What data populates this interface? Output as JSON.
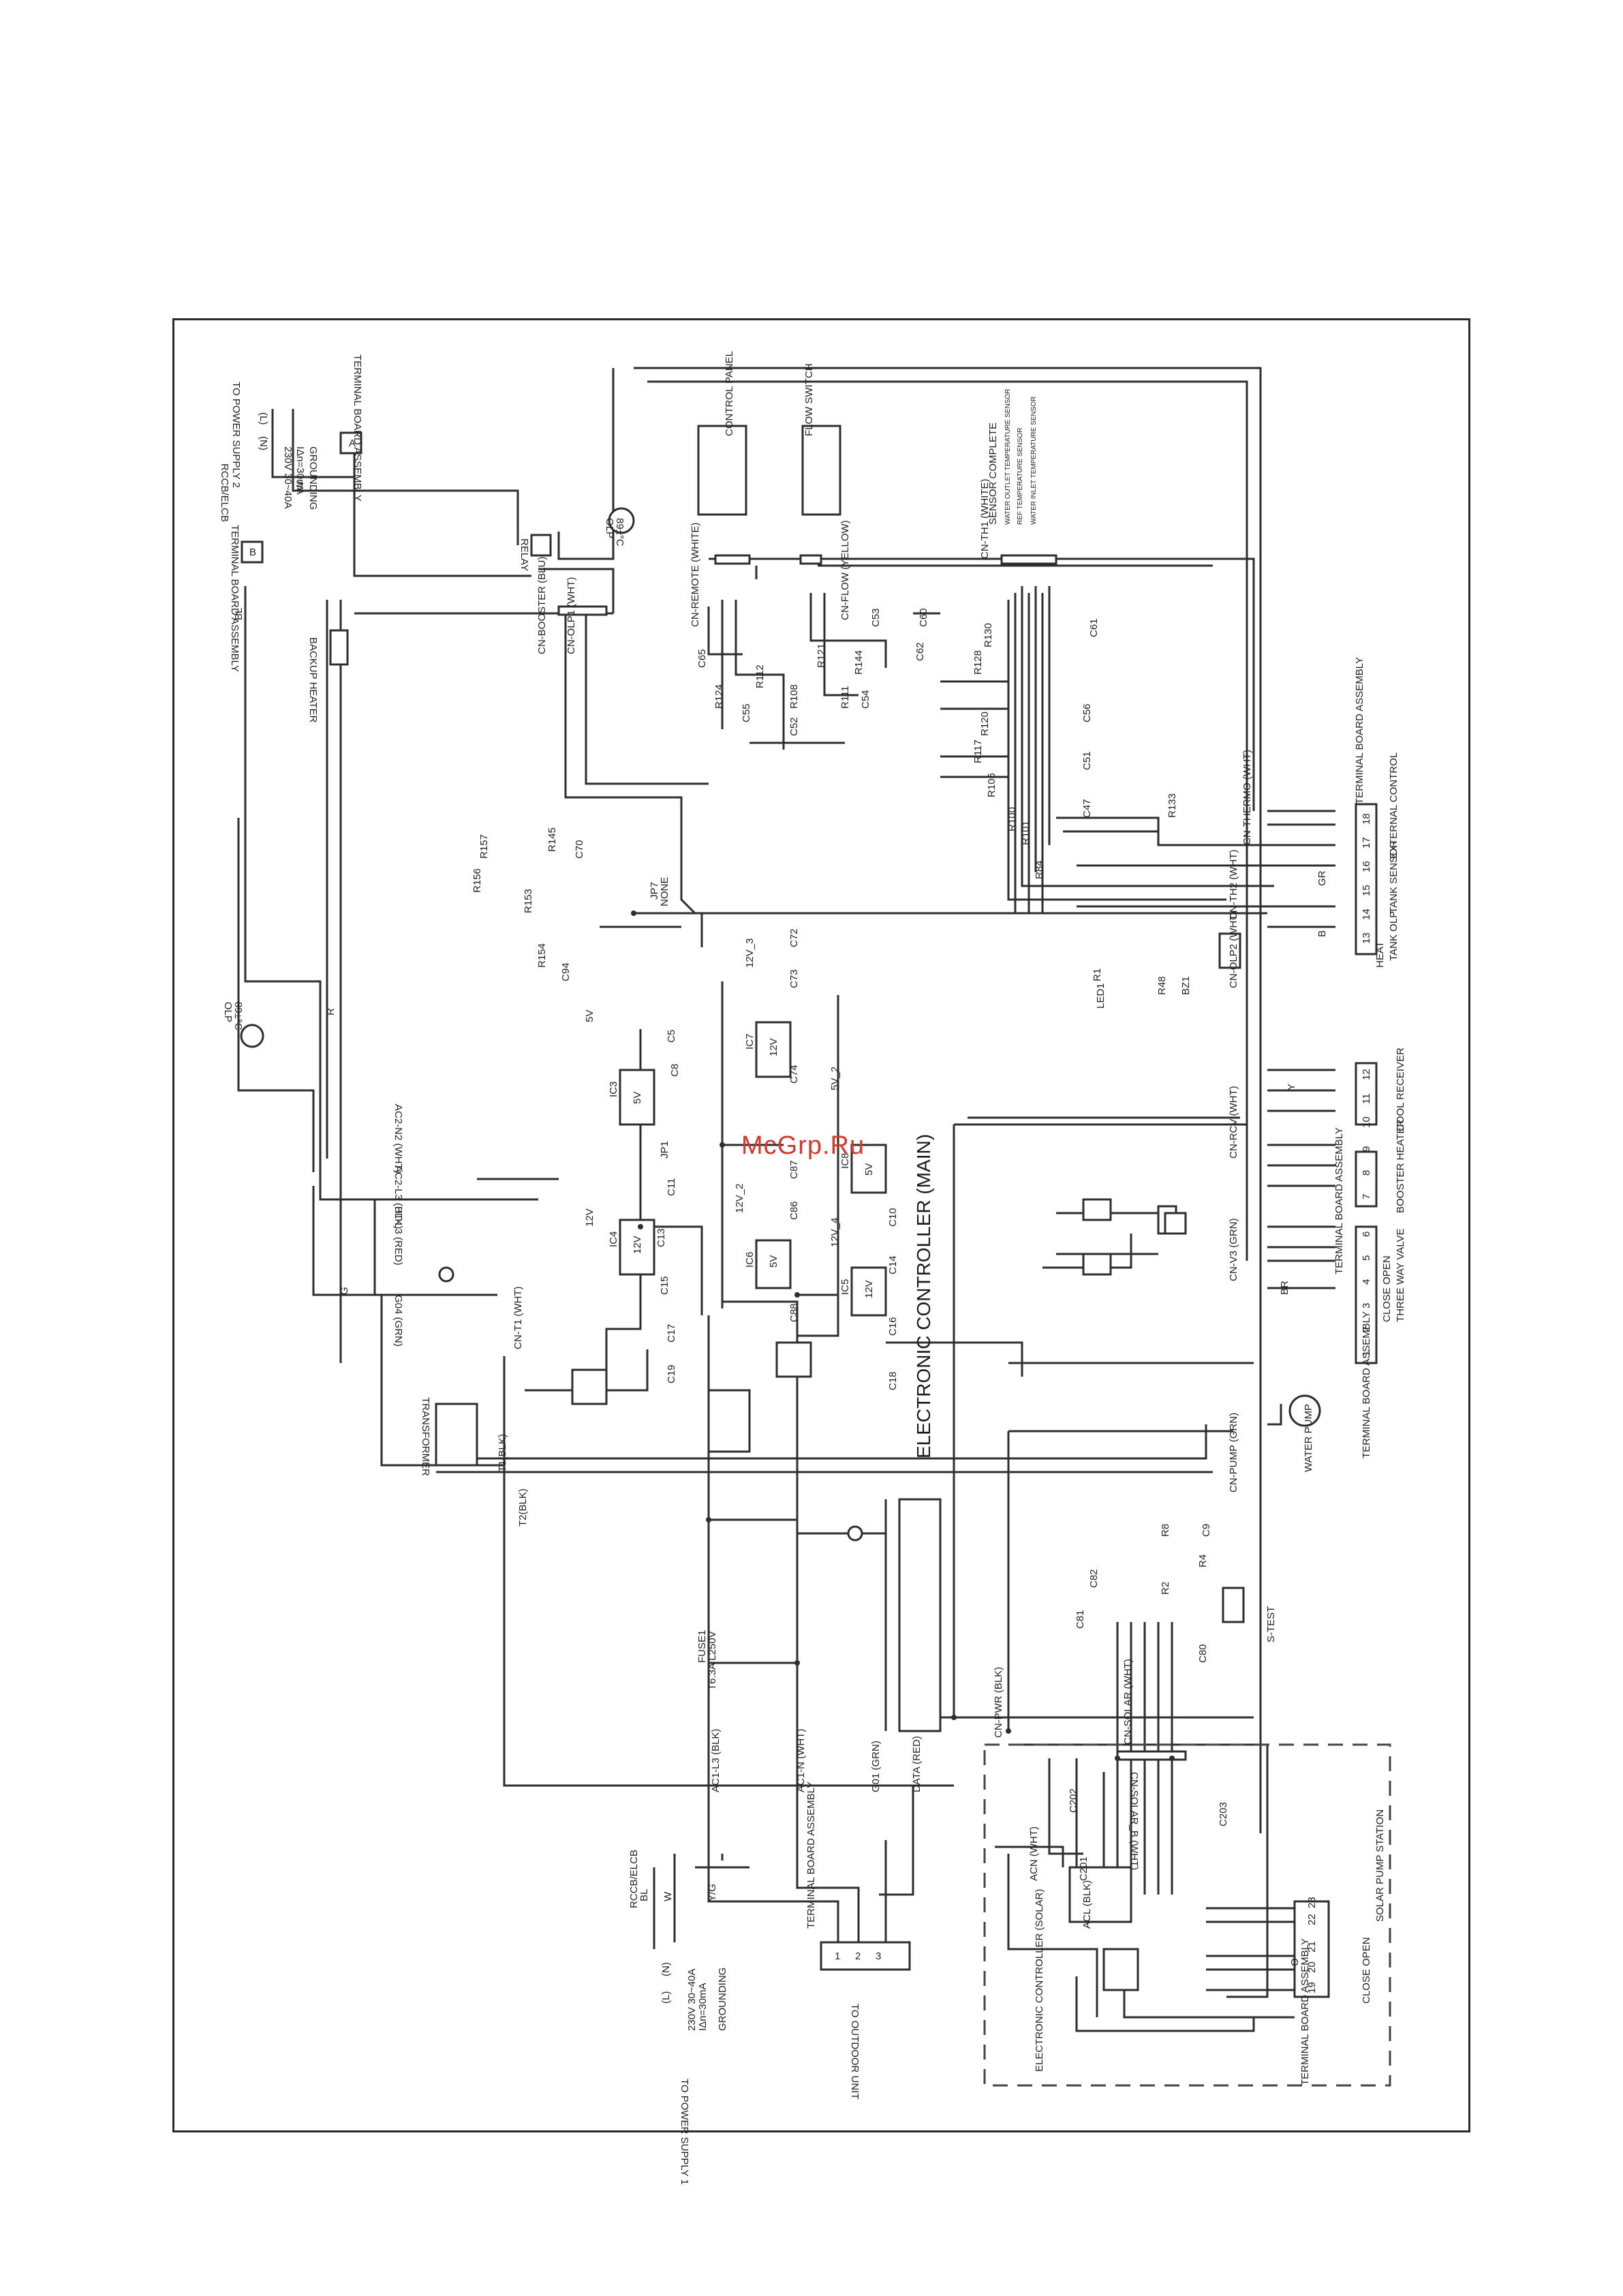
{
  "watermark": "McGrp.Ru",
  "controller_main": "ELECTRONIC CONTROLLER (MAIN)",
  "controller_solar": "ELECTRONIC CONTROLLER (SOLAR)",
  "power1": {
    "rccb": "RCCB/ELCB",
    "spec": [
      "230V 30~40A",
      "IΔn=30mA"
    ],
    "grounding": "GROUNDING",
    "supply": "TO POWER SUPPLY 1",
    "pins": [
      "(L)",
      "(N)"
    ],
    "wires": [
      "BL",
      "W",
      "Y/G"
    ]
  },
  "power2": {
    "rccb": "RCCB/ELCB",
    "spec": [
      "230V 30~40A",
      "IΔn=30mA"
    ],
    "grounding": "GROUNDING",
    "supply": "TO POWER SUPPLY 2",
    "pins": [
      "(L)",
      "(N)"
    ]
  },
  "terminal_boards": {
    "tb_a": "TERMINAL BOARD ASSEMBLY",
    "tb_b": "TERMINAL BOARD ASSEMBLY",
    "tb_outdoor": "TERMINAL BOARD ASSEMBLY",
    "outdoor_label": "TO OUTDOOR UNIT",
    "tb_right_top": "TERMINAL BOARD ASSEMBLY",
    "tb_right_mid": "TERMINAL BOARD ASSEMBLY",
    "tb_right_bottom": "TERMINAL BOARD ASSEMBLY",
    "tb_solar": "TERMINAL BOARD ASSEMBLY",
    "letters": [
      "A",
      "B"
    ],
    "outdoor_pins": [
      "1",
      "2",
      "3"
    ]
  },
  "components": {
    "backup_heater": "BACKUP HEATER",
    "olp_left": "OLP",
    "olp_left_temp": "89±°C",
    "olp_top": "OLP",
    "olp_top_temp": "89±°C",
    "relay": "RELAY",
    "transformer": "TRANSFORMER",
    "fuse": "FUSE1",
    "fuse_rating": "T6.3A L250V",
    "control_panel": "CONTROL PANEL",
    "flow_switch": "FLOW SWITCH",
    "sensor_complete": "SENSOR COMPLETE",
    "sensor_1": "WATER OUTLET TEMPERATURE SENSOR",
    "sensor_2": "REF TEMPERATURE SENSOR",
    "sensor_3": "WATER INLET TEMPERATURE SENSOR",
    "water_pump": "WATER PUMP",
    "s_test": "S-TEST",
    "jp7": "JP7",
    "jp7_value": "NONE",
    "jp1": "JP1",
    "led1": "LED1",
    "bz1": "BZ1"
  },
  "connectors": {
    "cn_booster": "CN-BOOSTER (BLU)",
    "cn_olp1": "CN-OLP1 (WHT)",
    "cn_remote": "CN-REMOTE (WHITE)",
    "cn_flow": "CN-FLOW (YELLOW)",
    "cn_th1": "CN-TH1 (WHITE)",
    "cn_therm": "CN-THERMO (WHT)",
    "cn_th2": "CN-TH2 (WHT)",
    "cn_olp2": "CN-OLP2 (WHT)",
    "cn_rcv": "CN-RCV (WHT)",
    "cn_v3": "CN-V3 (GRN)",
    "cn_pump": "CN-PUMP (GRN)",
    "cn_pwr": "CN-PWR (BLK)",
    "cn_solar": "CN-SOLAR (WHT)",
    "cn_solar_b": "CN-SOLAR_B (WHT)",
    "cn_t1": "CN-T1 (WHT)",
    "ac2_n2": "AC2-N2 (WHT)",
    "ac2_l3": "AC2-L3 (BLK)",
    "ht_l3": "HT-L3 (RED)",
    "g04": "G04 (GRN)",
    "ac1_l3": "AC1-L3 (BLK)",
    "ac1_n": "AC1-N (WHT)",
    "g01": "G01 (GRN)",
    "data": "DATA (RED)",
    "t1": "T1(BLK)",
    "t2": "T2(BLK)",
    "acn": "ACN (WHT)",
    "acl": "ACL (BLK)"
  },
  "right_terminals": {
    "tank_olp": "TANK OLP",
    "heat": "HEAT",
    "tank_sensor": "TANK SENSOR",
    "external_control": "EXTERNAL CONTROL",
    "cool_receiver": "COOL RECEIVER",
    "booster_heater": "BOOSTER HEATER",
    "three_way_valve": "THREE WAY VALVE",
    "close_open": "CLOSE OPEN",
    "solar_pump_station": "SOLAR PUMP STATION",
    "close_open_solar": "CLOSE OPEN",
    "top_numbers": [
      "13",
      "14",
      "15",
      "16",
      "17",
      "18"
    ],
    "mid_numbers": [
      "7",
      "8",
      "9",
      "10",
      "11",
      "12"
    ],
    "bottom_numbers": [
      "1",
      "2",
      "3",
      "4",
      "5",
      "6"
    ],
    "solar_numbers": [
      "19",
      "20",
      "21",
      "22",
      "23"
    ]
  },
  "ics": [
    "IC3",
    "IC4",
    "IC5",
    "IC6",
    "IC7",
    "IC8"
  ],
  "regulators": [
    "5V",
    "12V",
    "12V",
    "5V",
    "12V",
    "5V"
  ],
  "rails": [
    "5V",
    "12V",
    "12V_2",
    "12V_3",
    "12V_4",
    "5V_2"
  ],
  "resistors": [
    "R145",
    "R157",
    "R156",
    "R153",
    "R154",
    "R124",
    "R112",
    "R108",
    "R121",
    "R144",
    "R111",
    "R130",
    "R128",
    "R120",
    "R117",
    "R106",
    "R100",
    "R101",
    "R84",
    "R133",
    "R48",
    "R1",
    "R8",
    "R2",
    "R4"
  ],
  "capacitors": [
    "C70",
    "C94",
    "C65",
    "C55",
    "C52",
    "C54",
    "C53",
    "C60",
    "C62",
    "C61",
    "C56",
    "C51",
    "C47",
    "C72",
    "C73",
    "C74",
    "C87",
    "C86",
    "C88",
    "C5",
    "C8",
    "C11",
    "C13",
    "C15",
    "C17",
    "C19",
    "C10",
    "C14",
    "C16",
    "C18",
    "C82",
    "C81",
    "C80",
    "C9",
    "C202",
    "C203",
    "C201"
  ],
  "wire_colors": [
    "BL",
    "W",
    "R",
    "G",
    "B",
    "Y",
    "BR",
    "GR",
    "O"
  ]
}
